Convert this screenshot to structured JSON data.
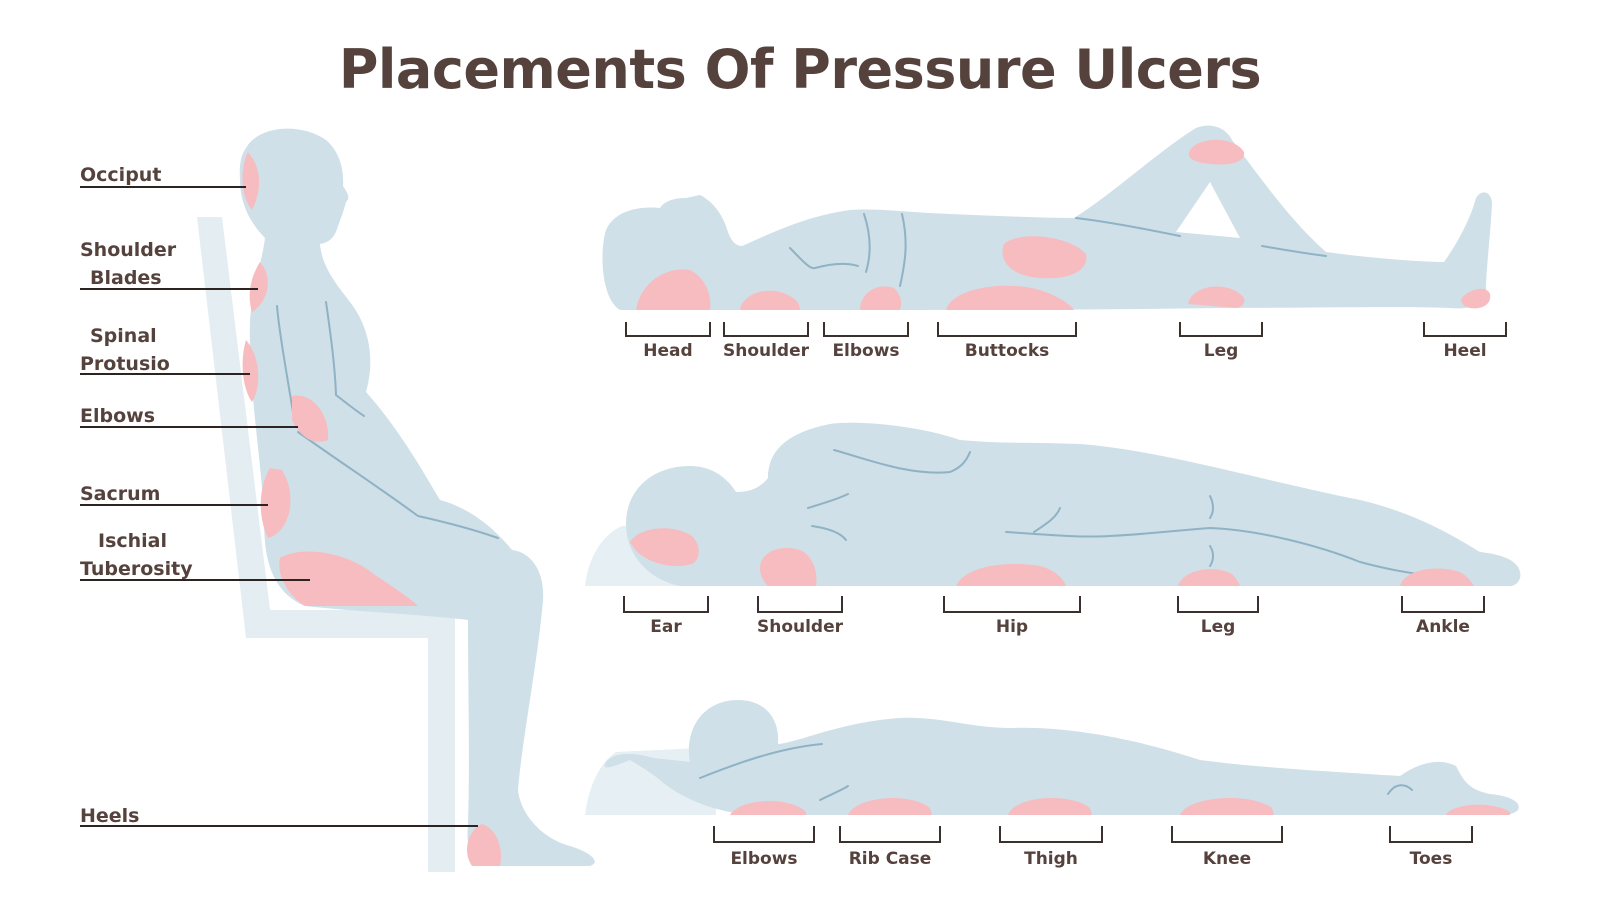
{
  "title": "Placements Of Pressure Ulcers",
  "seated": {
    "labels": [
      {
        "line1": "Occiput",
        "line2": ""
      },
      {
        "line1": "Shoulder",
        "line2": "Blades"
      },
      {
        "line1": "Spinal",
        "line2": "Protusio"
      },
      {
        "line1": "Elbows",
        "line2": ""
      },
      {
        "line1": "Sacrum",
        "line2": ""
      },
      {
        "line1": "Ischial",
        "line2": "Tuberosity"
      },
      {
        "line1": "Heels",
        "line2": ""
      }
    ]
  },
  "supine": {
    "labels": [
      "Head",
      "Shoulder",
      "Elbows",
      "Buttocks",
      "Leg",
      "Heel"
    ]
  },
  "lateral": {
    "labels": [
      "Ear",
      "Shoulder",
      "Hip",
      "Leg",
      "Ankle"
    ]
  },
  "prone": {
    "labels": [
      "Elbows",
      "Rib Case",
      "Thigh",
      "Knee",
      "Toes"
    ]
  },
  "colors": {
    "body": "#cfe0e8",
    "pressure_spot": "#f7bcc0",
    "text": "#55423d"
  }
}
